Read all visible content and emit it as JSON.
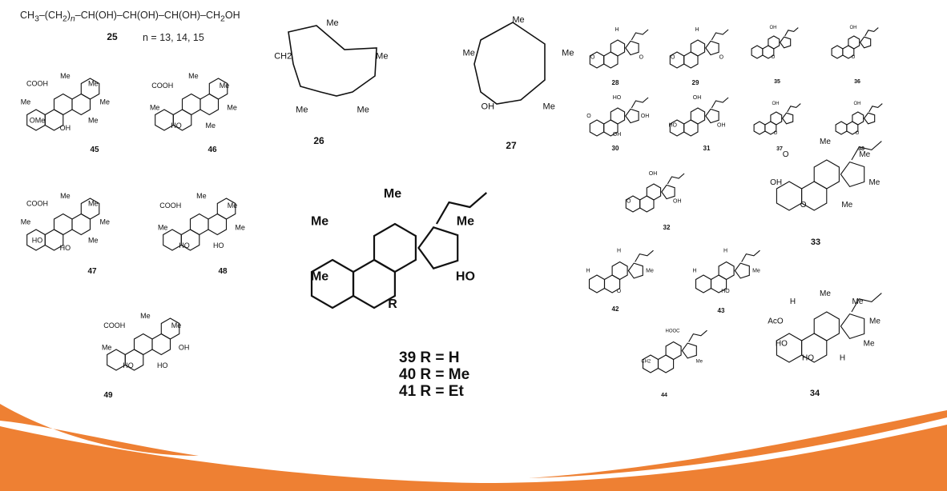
{
  "formula": {
    "text": "CH3–(CH2)n–CH(OH)–CH(OH)–CH(OH)–CH2OH",
    "number": "25",
    "n_values": "n = 13, 14, 15"
  },
  "compounds": [
    {
      "id": "45",
      "labels": [
        "Me",
        "Me",
        "Me",
        "Me",
        "OH",
        "OMe",
        "Me",
        "COOH"
      ]
    },
    {
      "id": "46",
      "labels": [
        "Me",
        "Me",
        "Me",
        "Me",
        "HO",
        "Me",
        "COOH"
      ]
    },
    {
      "id": "26",
      "labels": [
        "Me",
        "Me",
        "Me",
        "Me",
        "CH2"
      ]
    },
    {
      "id": "27",
      "labels": [
        "Me",
        "Me",
        "Me",
        "OH",
        "Me"
      ]
    },
    {
      "id": "28",
      "labels": [
        "H",
        "O",
        "O"
      ]
    },
    {
      "id": "29",
      "labels": [
        "H",
        "O",
        "O"
      ]
    },
    {
      "id": "35",
      "labels": [
        "OH",
        "O"
      ]
    },
    {
      "id": "36",
      "labels": [
        "OH",
        "O"
      ]
    },
    {
      "id": "30",
      "labels": [
        "HO",
        "OH",
        "OH",
        "O"
      ]
    },
    {
      "id": "31",
      "labels": [
        "OH",
        "OH",
        "HO"
      ]
    },
    {
      "id": "37",
      "labels": [
        "OH",
        "O"
      ]
    },
    {
      "id": "38",
      "labels": [
        "OH",
        "O"
      ]
    },
    {
      "id": "32",
      "labels": [
        "OH",
        "OH",
        "O"
      ]
    },
    {
      "id": "33",
      "labels": [
        "Me",
        "Me",
        "Me",
        "Me",
        "O",
        "OH",
        "O"
      ]
    },
    {
      "id": "42",
      "labels": [
        "H",
        "Me",
        "O",
        "H"
      ]
    },
    {
      "id": "43",
      "labels": [
        "H",
        "Me",
        "HO",
        "H"
      ]
    },
    {
      "id": "44",
      "labels": [
        "HOOC",
        "Me",
        "CH2"
      ]
    },
    {
      "id": "34",
      "labels": [
        "Me",
        "Me",
        "Me",
        "Me",
        "H",
        "HO",
        "HO",
        "AcO",
        "H"
      ]
    },
    {
      "id": "47",
      "labels": [
        "Me",
        "Me",
        "Me",
        "Me",
        "HO",
        "HO",
        "Me",
        "COOH"
      ]
    },
    {
      "id": "48",
      "labels": [
        "Me",
        "Me",
        "Me",
        "HO",
        "HO",
        "Me",
        "COOH"
      ]
    },
    {
      "id": "49",
      "labels": [
        "Me",
        "Me",
        "OH",
        "HO",
        "HO",
        "Me",
        "COOH"
      ]
    },
    {
      "id": "39",
      "labels": [
        "Me",
        "Me",
        "HO",
        "R",
        "Me",
        "Me"
      ]
    }
  ],
  "r_definitions": [
    "39 R = H",
    "40 R = Me",
    "41 R = Et"
  ],
  "colors": {
    "accent_orange": "#ee8033",
    "ink": "#111111"
  }
}
